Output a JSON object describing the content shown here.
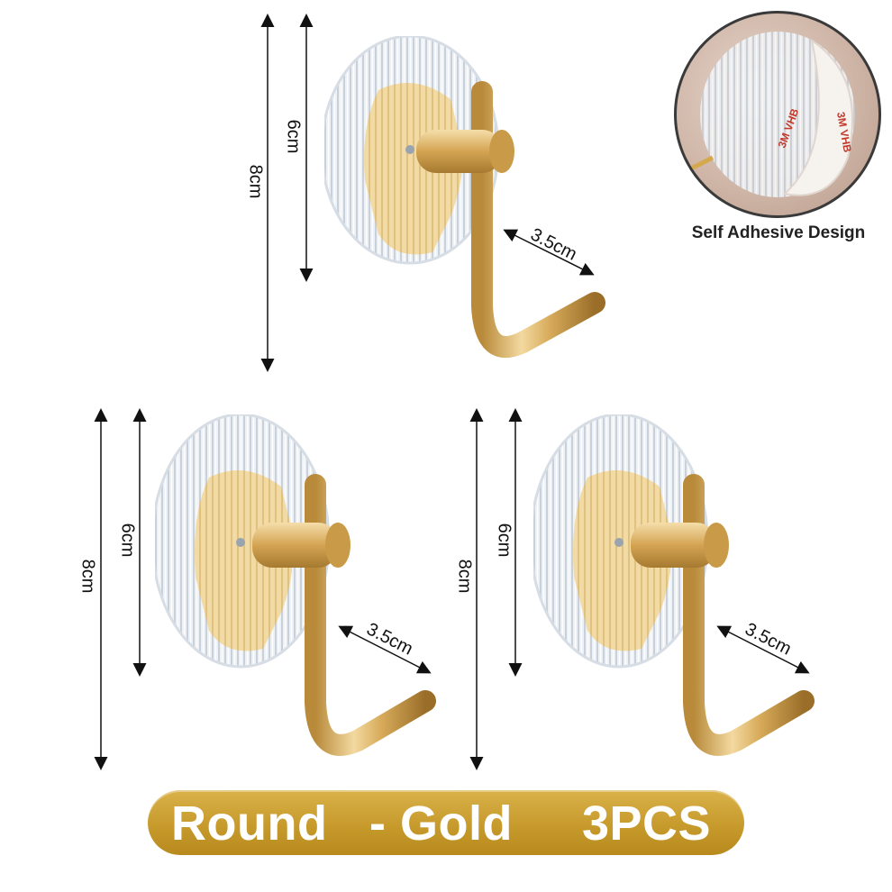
{
  "hooks": [
    {
      "height_total": "8cm",
      "height_plate": "6cm",
      "hook_length": "3.5cm"
    },
    {
      "height_total": "8cm",
      "height_plate": "6cm",
      "hook_length": "3.5cm"
    },
    {
      "height_total": "8cm",
      "height_plate": "6cm",
      "hook_length": "3.5cm"
    }
  ],
  "callout": {
    "caption": "Self Adhesive Design",
    "tape_text": "3M VHB"
  },
  "banner": {
    "shape": "Round",
    "color_label": "- Gold",
    "quantity": "3PCS",
    "color": "#c79a2c"
  },
  "colors": {
    "gold": "#d4a94e",
    "acrylic": "#dfe6ee",
    "tape_red": "#c23a2c"
  }
}
